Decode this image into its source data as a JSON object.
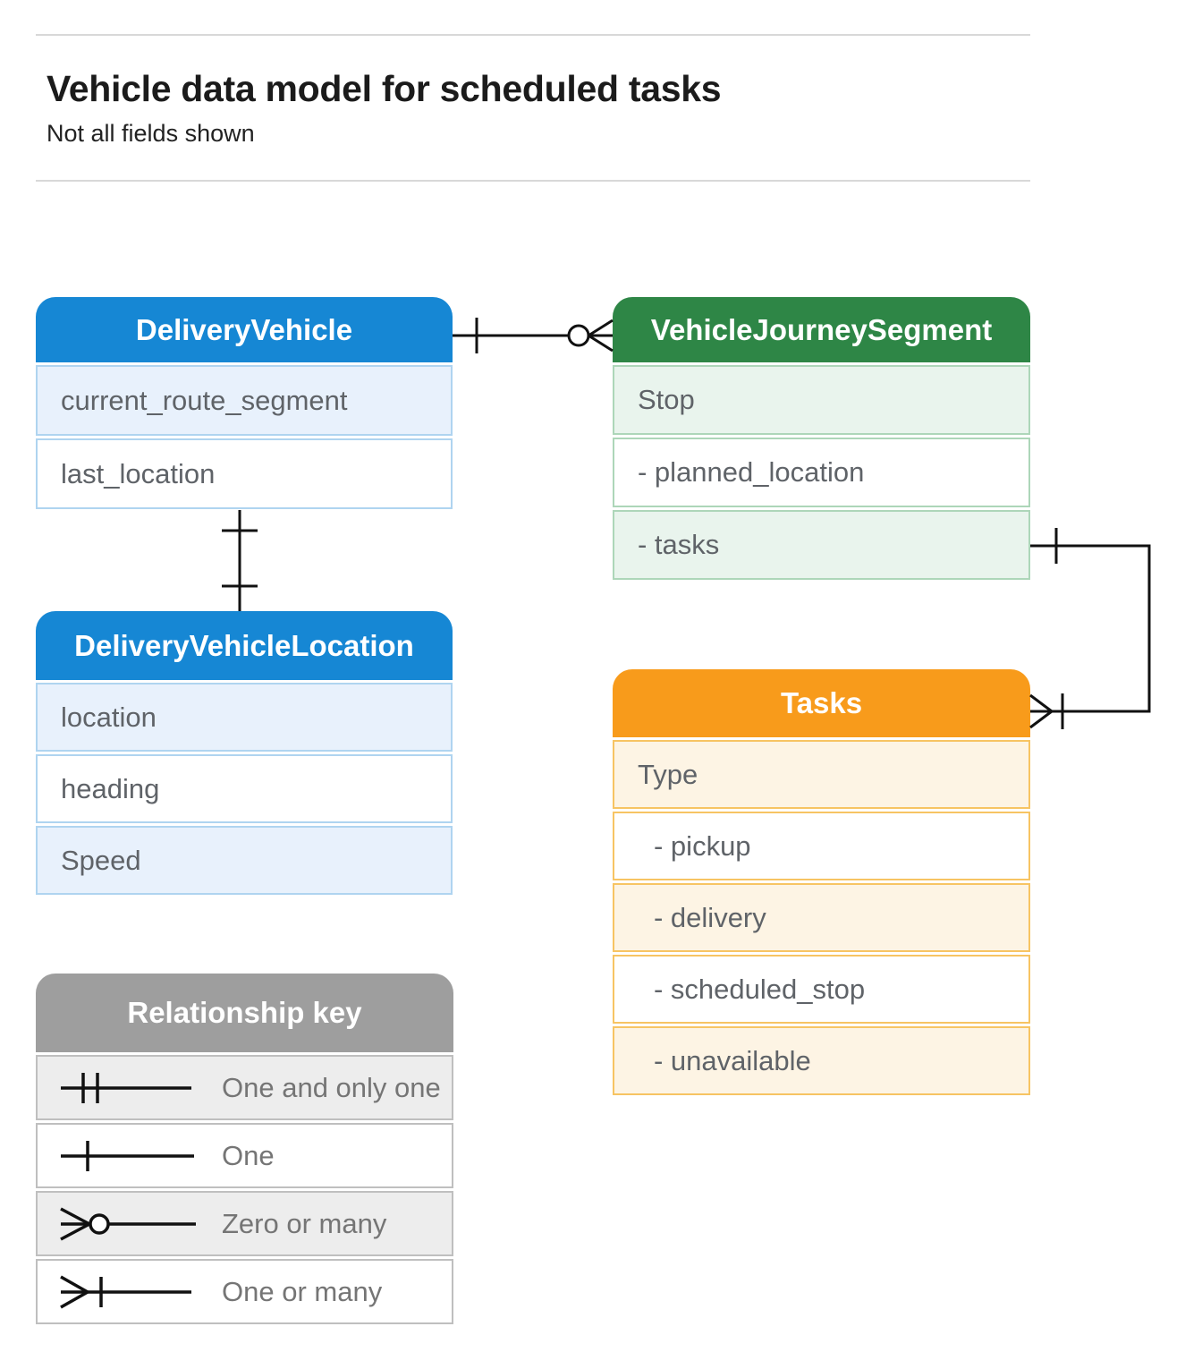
{
  "page": {
    "title": "Vehicle data model for scheduled tasks",
    "subtitle": "Not all fields shown"
  },
  "entities": {
    "delivery_vehicle": {
      "title": "DeliveryVehicle",
      "fields": [
        "current_route_segment",
        "last_location"
      ]
    },
    "vehicle_journey_segment": {
      "title": "VehicleJourneySegment",
      "fields": [
        "Stop",
        "- planned_location",
        "- tasks"
      ]
    },
    "delivery_vehicle_location": {
      "title": "DeliveryVehicleLocation",
      "fields": [
        "location",
        "heading",
        "Speed"
      ]
    },
    "tasks": {
      "title": "Tasks",
      "fields": [
        "Type",
        "- pickup",
        "- delivery",
        "- scheduled_stop",
        "- unavailable"
      ]
    }
  },
  "legend": {
    "title": "Relationship key",
    "items": [
      {
        "symbol": "one-and-only-one",
        "label": "One and only one"
      },
      {
        "symbol": "one",
        "label": "One"
      },
      {
        "symbol": "zero-or-many",
        "label": "Zero or many"
      },
      {
        "symbol": "one-or-many",
        "label": "One or many"
      }
    ]
  },
  "relationships": [
    {
      "from": "DeliveryVehicle",
      "to": "VehicleJourneySegment",
      "from_cardinality": "one",
      "to_cardinality": "zero-or-many"
    },
    {
      "from": "DeliveryVehicle",
      "to": "DeliveryVehicleLocation",
      "from_cardinality": "one",
      "to_cardinality": "one"
    },
    {
      "from": "VehicleJourneySegment.tasks",
      "to": "Tasks",
      "from_cardinality": "one",
      "to_cardinality": "one-or-many"
    }
  ],
  "colors": {
    "blue_header": "#1687D4",
    "blue_tint": "#E8F1FC",
    "blue_border": "#AFD4F0",
    "green_header": "#2E8646",
    "green_tint": "#E9F4ED",
    "green_border": "#ADD6B9",
    "orange_header": "#F89B1B",
    "orange_tint": "#FDF4E4",
    "orange_border": "#F7C463",
    "gray_header": "#9E9E9E",
    "gray_tint": "#EDEDED",
    "gray_border": "#BFBFBF",
    "line": "#111111",
    "field_text": "#5F6368",
    "legend_text": "#757575"
  }
}
